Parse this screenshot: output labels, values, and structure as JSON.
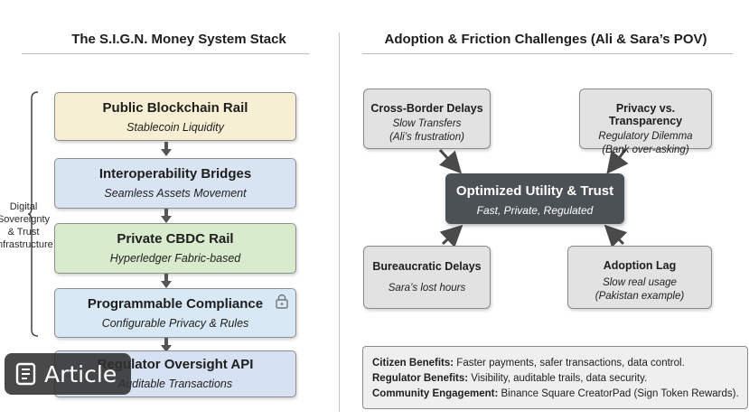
{
  "left": {
    "title": "The S.I.G.N. Money System Stack",
    "side_label": [
      "Digital",
      "Sovereignty",
      "& Trust",
      "Infrastructure"
    ],
    "layers": [
      {
        "title": "Public Blockchain Rail",
        "subtitle": "Stablecoin Liquidity",
        "color": "#f6efd4"
      },
      {
        "title": "Interoperability Bridges",
        "subtitle": "Seamless Assets Movement",
        "color": "#d9e4f3"
      },
      {
        "title": "Private CBDC Rail",
        "subtitle": "Hyperledger Fabric-based",
        "color": "#d9ebcd"
      },
      {
        "title": "Programmable Compliance",
        "subtitle": "Configurable Privacy & Rules",
        "color": "#d8e9f5",
        "icon": "lock-icon"
      },
      {
        "title": "Regulator Oversight API",
        "subtitle": "Auditable Transactions",
        "color": "#d6e1f1"
      }
    ]
  },
  "right": {
    "title": "Adoption & Friction Challenges (Ali & Sara’s POV)",
    "center": {
      "title": "Optimized Utility & Trust",
      "subtitle": "Fast, Private, Regulated"
    },
    "challenges": [
      {
        "title": "Cross-Border Delays",
        "lines": [
          "Slow Transfers",
          "(Ali’s frustration)"
        ]
      },
      {
        "title": "Privacy vs. Transparency",
        "lines": [
          "Regulatory Dilemma",
          "(Bank over-asking)"
        ]
      },
      {
        "title": "Bureaucratic Delays",
        "lines": [
          "Sara’s lost hours"
        ]
      },
      {
        "title": "Adoption Lag",
        "lines": [
          "Slow real usage",
          "(Pakistan example)"
        ]
      }
    ],
    "benefits": [
      {
        "label": "Citizen Benefits:",
        "text": " Faster payments, safer transactions, data control."
      },
      {
        "label": "Regulator Benefits:",
        "text": " Visibility, auditable trails, data security."
      },
      {
        "label": "Community Engagement:",
        "text": " Binance Square CreatorPad (Sign Token Rewards)."
      }
    ]
  },
  "badge": {
    "label": "Article",
    "icon": "article-icon"
  }
}
